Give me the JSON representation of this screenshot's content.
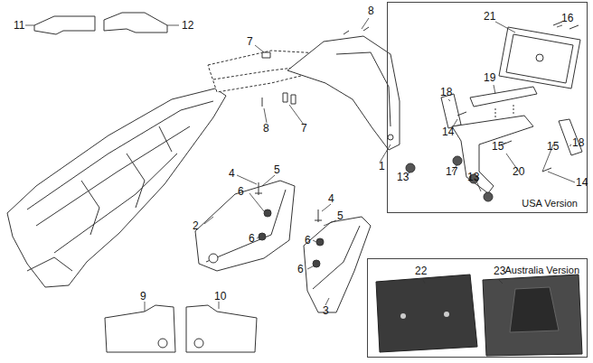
{
  "diagram": {
    "nodes": [
      {
        "text": [
          "USA Version"
        ]
      },
      {
        "text": [
          "Australia Version"
        ]
      }
    ],
    "labels": [
      "11",
      "12",
      "8",
      "7",
      "8",
      "7",
      "1",
      "4",
      "5",
      "6",
      "2",
      "6",
      "4",
      "5",
      "6",
      "6",
      "3",
      "9",
      "10",
      "21",
      "16",
      "19",
      "18",
      "14",
      "15",
      "15",
      "18",
      "20",
      "14",
      "13",
      "17",
      "13",
      "22",
      "23"
    ]
  }
}
